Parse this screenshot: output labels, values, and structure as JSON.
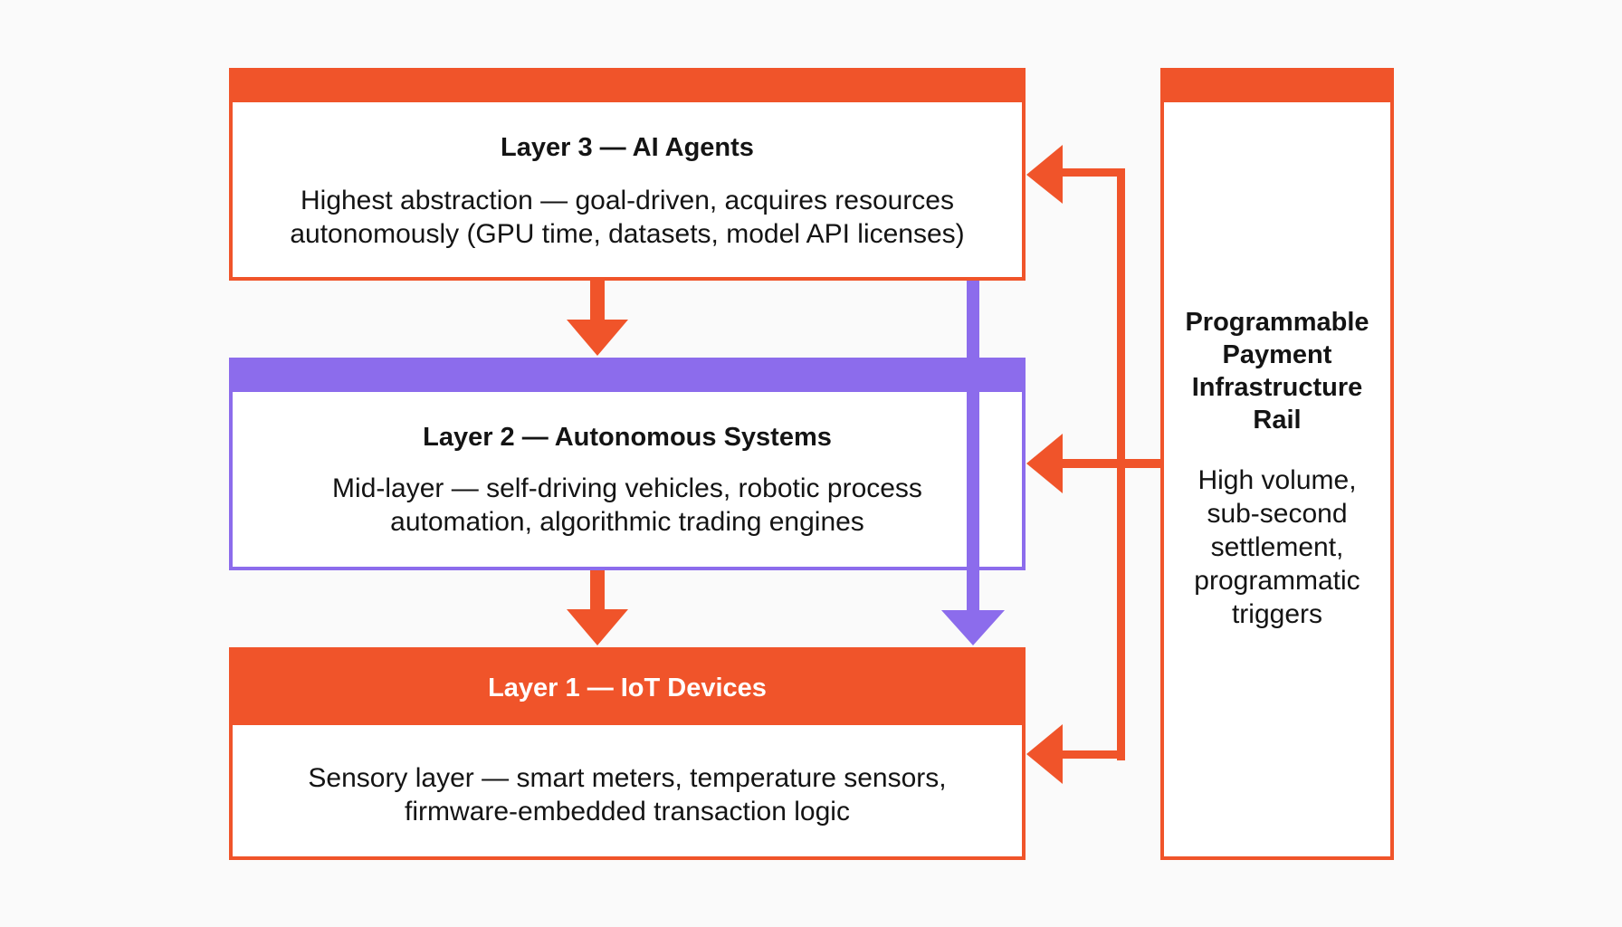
{
  "layers": [
    {
      "title": "Layer 3 — AI Agents",
      "description": "Highest abstraction — goal-driven, acquires resources autonomously (GPU time, datasets, model API licenses)"
    },
    {
      "title": "Layer 2 — Autonomous Systems",
      "description": "Mid-layer — self-driving vehicles, robotic process automation, algorithmic trading engines"
    },
    {
      "title": "Layer 1 — IoT Devices",
      "description": "Sensory layer — smart meters, temperature sensors, firmware-embedded transaction logic"
    }
  ],
  "rail": {
    "title": "Programmable Payment Infrastructure Rail",
    "description": "High volume, sub-second settlement, programmatic triggers"
  },
  "colors": {
    "orange": "#f0542a",
    "purple": "#8c6cec"
  }
}
